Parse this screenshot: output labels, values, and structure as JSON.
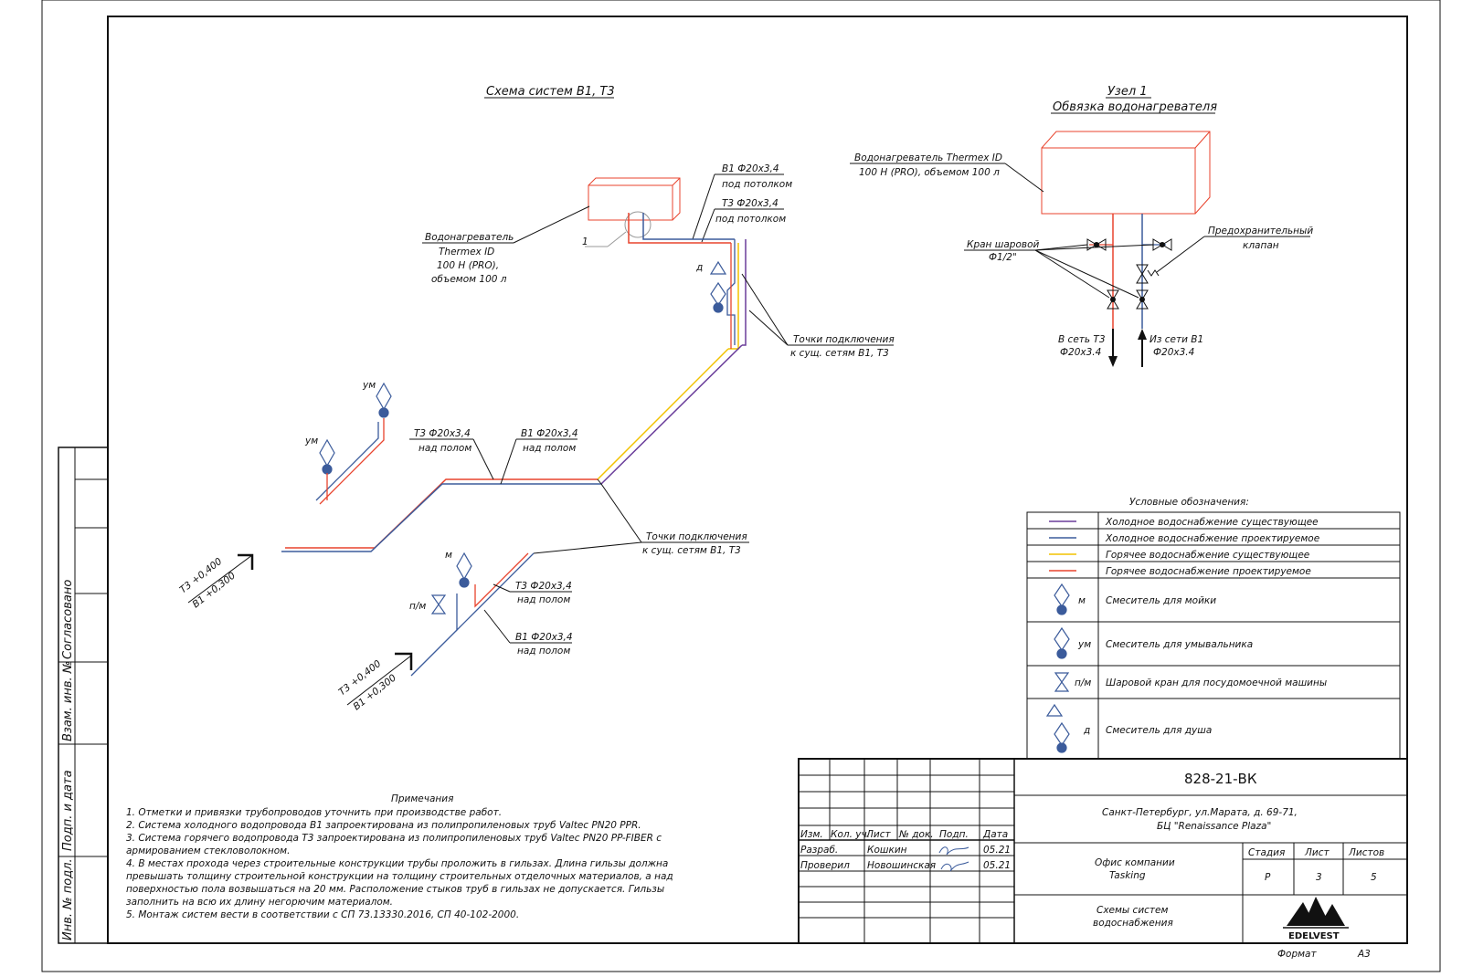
{
  "diagram": {
    "title": "Схема систем В1, Т3",
    "heater_label": [
      "Водонагреватель",
      "Thermex ID",
      "100 H (PRO),",
      "объемом 100 л"
    ],
    "node_ref": "1",
    "pipe_labels": {
      "b1_ceiling": [
        "В1 Ф20х3,4",
        "под потолком"
      ],
      "t3_ceiling": [
        "Т3 Ф20х3,4",
        "под потолком"
      ],
      "connection_top": [
        "Точки подключения",
        "к сущ. сетям В1, Т3"
      ],
      "t3_floor_top": [
        "Т3 Ф20х3,4",
        "над полом"
      ],
      "b1_floor_top": [
        "В1 Ф20х3,4",
        "над полом"
      ],
      "connection_bottom": [
        "Точки подключения",
        "к сущ. сетям В1, Т3"
      ],
      "t3_floor_bottom": [
        "Т3 Ф20х3,4",
        "над полом"
      ],
      "b1_floor_bottom": [
        "В1 Ф20х3,4",
        "над полом"
      ]
    },
    "fixture_tags": {
      "shower": "д",
      "wash1": "ум",
      "wash2": "ум",
      "sink": "м",
      "dishwasher": "п/м"
    },
    "elevations_left": [
      "Т3 +0,400",
      "В1 +0,300"
    ],
    "elevations_bottom": [
      "Т3 +0,400",
      "В1 +0,300"
    ]
  },
  "node1": {
    "title": "Узел 1",
    "subtitle": "Обвязка водонагревателя",
    "heater_label": [
      "Водонагреватель Thermex ID",
      "100 H (PRO), объемом 100 л"
    ],
    "valve_label": [
      "Кран шаровой",
      "Ф1/2\""
    ],
    "safety_label": [
      "Предохранительный",
      "клапан"
    ],
    "out_label": [
      "В сеть Т3",
      "Ф20х3.4"
    ],
    "in_label": [
      "Из сети В1",
      "Ф20х3.4"
    ]
  },
  "legend": {
    "title": "Условные обозначения:",
    "lines": [
      {
        "color": "#6a3d9a",
        "label": "Холодное водоснабжение существующее"
      },
      {
        "color": "#3b5b9b",
        "label": "Холодное водоснабжение проектируемое"
      },
      {
        "color": "#f2c200",
        "label": "Горячее водоснабжение существующее"
      },
      {
        "color": "#e8432d",
        "label": "Горячее водоснабжение проектируемое"
      }
    ],
    "symbols": [
      {
        "tag": "м",
        "label": "Смеситель для мойки"
      },
      {
        "tag": "ум",
        "label": "Смеситель для умывальника"
      },
      {
        "tag": "п/м",
        "label": "Шаровой кран для посудомоечной машины"
      },
      {
        "tag": "д",
        "label": "Смеситель для душа"
      }
    ]
  },
  "notes": {
    "title": "Примечания",
    "lines": [
      "1. Отметки и привязки трубопроводов уточнить при производстве работ.",
      "2. Система холодного водопровода В1 запроектирована из полипропиленовых труб Valtec PN20 PPR.",
      "3. Система горячего водопровода Т3 запроектирована из полипропиленовых труб Valtec PN20 PP-FIBER с",
      "армированием стекловолокном.",
      "4. В местах прохода через строительные конструкции трубы проложить в гильзах. Длина гильзы должна",
      "превышать толщину строительной конструкции на толщину строительных отделочных материалов, а над",
      "поверхностью пола  возвышаться на 20 мм. Расположение стыков труб в гильзах не допускается. Гильзы",
      "заполнить на всю их длину негорючим материалом.",
      "5. Монтаж систем вести в соответствии с СП 73.13330.2016, СП 40-102-2000."
    ]
  },
  "side_stamp": {
    "agreed": "Согласовано",
    "fields": [
      "Взам. инв. №",
      "Подп. и дата",
      "Инв. № подл."
    ]
  },
  "title_block": {
    "code": "828-21-ВК",
    "address": [
      "Санкт-Петербург, ул.Марата, д. 69-71,",
      "БЦ \"Renaissance Plaza\""
    ],
    "headers": [
      "Изм.",
      "Кол. уч.",
      "Лист",
      "№ док.",
      "Подп.",
      "Дата"
    ],
    "rows": [
      {
        "role": "Разраб.",
        "name": "Кошкин",
        "date": "05.21"
      },
      {
        "role": "Проверил",
        "name": "Новошинская",
        "date": "05.21"
      }
    ],
    "project": [
      "Офис компании",
      "Tasking"
    ],
    "stage_label": "Стадия",
    "sheet_label": "Лист",
    "sheets_label": "Листов",
    "stage": "Р",
    "sheet": "3",
    "sheets": "5",
    "drawing_name": [
      "Схемы систем",
      "водоснабжения"
    ],
    "company": "EDELVEST",
    "format_label": "Формат",
    "format": "А3"
  }
}
